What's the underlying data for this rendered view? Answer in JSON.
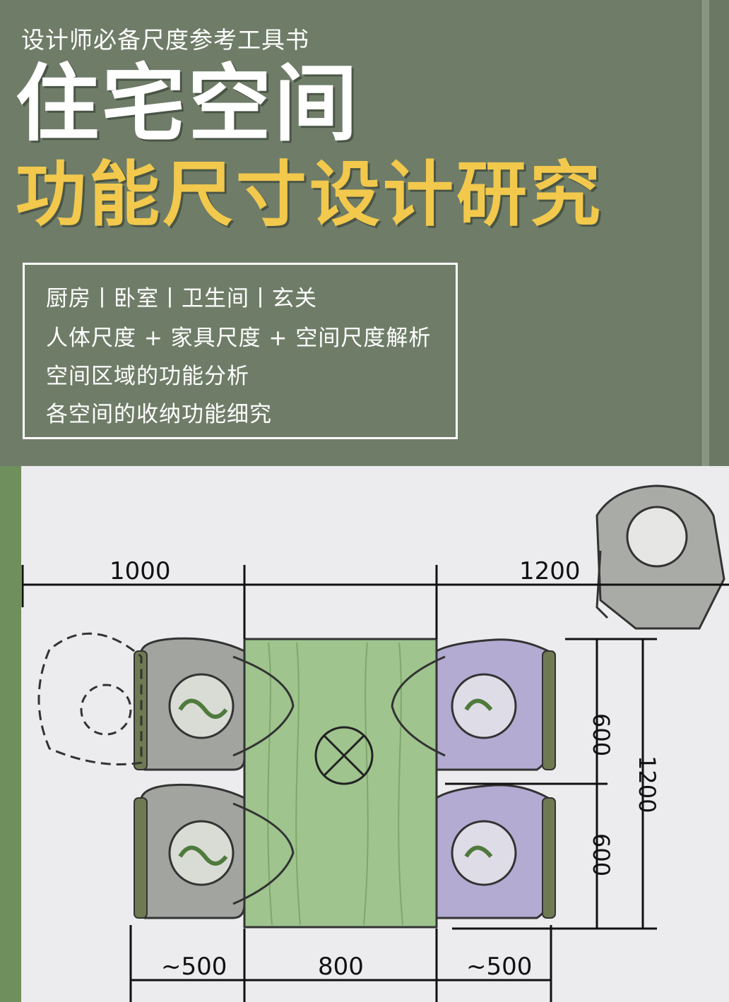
{
  "cover": {
    "subtitle": "设计师必备尺度参考工具书",
    "title_line1": "住宅空间",
    "title_line2": "功能尺寸设计研究",
    "box_lines": [
      "厨房丨卧室丨卫生间丨玄关",
      "人体尺度 + 家具尺度 + 空间尺度解析",
      "空间区域的功能分析",
      "各空间的收纳功能细究"
    ]
  },
  "drawing": {
    "dims": {
      "top_left": "1000",
      "top_right": "1200",
      "right_upper": "600",
      "right_lower": "600",
      "right_total": "1200",
      "bottom_left": "~500",
      "bottom_mid": "800",
      "bottom_right": "~500"
    }
  },
  "colors": {
    "cover_bg": "#6f7d68",
    "title_yellow": "#f2c94c",
    "table_green": "#9fc48e",
    "chair_gray": "#9a9c98",
    "chair_purple": "#a79bc8"
  }
}
